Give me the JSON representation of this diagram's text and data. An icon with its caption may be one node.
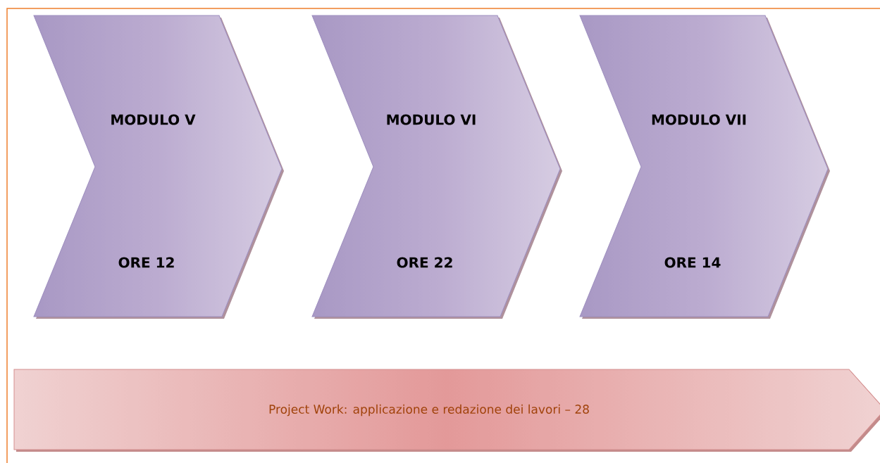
{
  "diagram": {
    "nodes": [
      {
        "text": [
          "MODULO V",
          "ORE 12"
        ]
      },
      {
        "text": [
          "MODULO VI",
          "ORE 22"
        ]
      },
      {
        "text": [
          "MODULO VII",
          "ORE 14"
        ]
      },
      {
        "text": [
          "Project Work: applicazione e redazione dei lavori – 28"
        ]
      }
    ],
    "edges": []
  }
}
